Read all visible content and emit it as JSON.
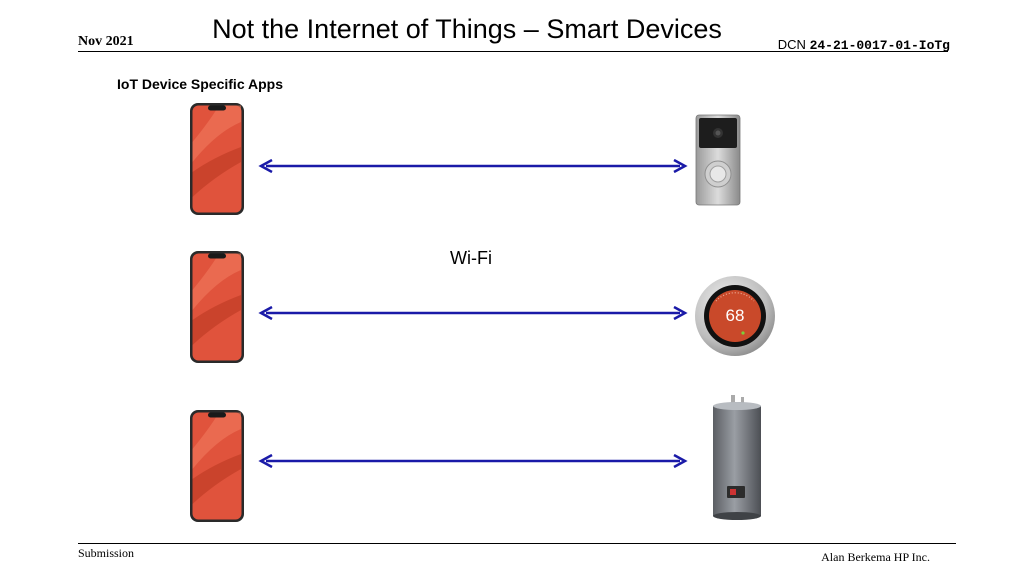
{
  "header": {
    "date": "Nov 2021",
    "title": "Not the Internet of Things – Smart Devices",
    "dcn_prefix": "DCN",
    "dcn_number": "24-21-0017-01-IoTg"
  },
  "main": {
    "subtitle": "IoT Device Specific Apps",
    "link_label": "Wi-Fi",
    "thermostat_reading": "68"
  },
  "footer": {
    "left": "Submission",
    "right": "Alan Berkema HP Inc."
  },
  "icons": {
    "phone": "smartphone-icon",
    "doorbell": "doorbell-icon",
    "thermostat": "thermostat-icon",
    "water_heater": "water-heater-icon",
    "arrow": "double-arrow-icon"
  },
  "colors": {
    "arrow": "#1a1aa8",
    "phone_screen": "#e0533c",
    "thermostat_face": "#c9492a"
  }
}
